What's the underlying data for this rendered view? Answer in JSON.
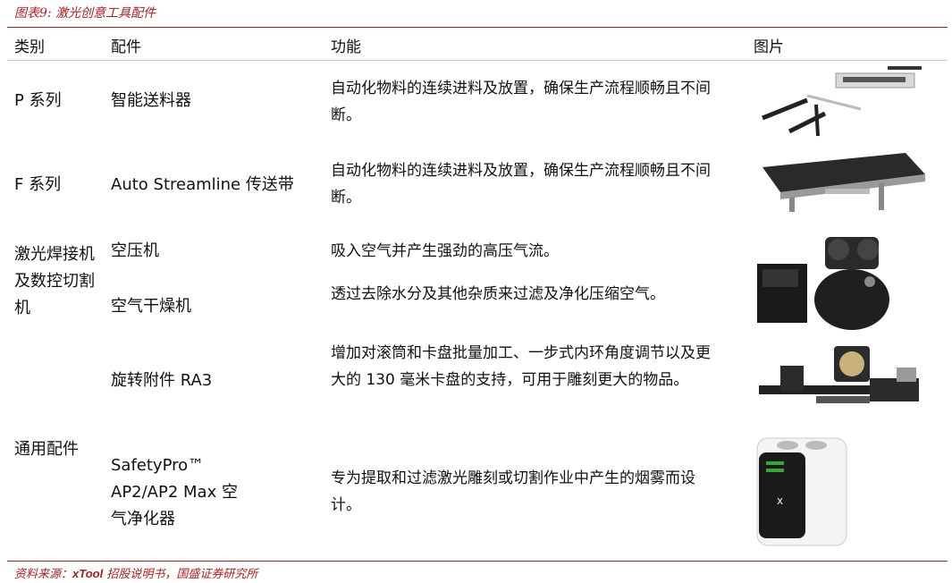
{
  "caption": "图表9: 激光创意工具配件",
  "headers": {
    "category": "类别",
    "accessory": "配件",
    "function": "功能",
    "image": "图片"
  },
  "rows": [
    {
      "category": "P 系列",
      "accessory": "智能送料器",
      "function": "自动化物料的连续进料及放置，确保生产流程顺畅且不间断。"
    },
    {
      "category": "F 系列",
      "accessory": "Auto Streamline 传送带",
      "function": "自动化物料的连续进料及放置，确保生产流程顺畅且不间断。"
    },
    {
      "category": "激光焊接机及数控切割机",
      "accessory": "空压机",
      "function": "吸入空气并产生强劲的高压气流。"
    },
    {
      "category": "",
      "accessory": "空气干燥机",
      "function": "透过去除水分及其他杂质来过滤及净化压缩空气。"
    },
    {
      "category": "",
      "accessory": "旋转附件 RA3",
      "function": "增加对滚筒和卡盘批量加工、一步式内环角度调节以及更大的 130 毫米卡盘的支持，可用于雕刻更大的物品。"
    },
    {
      "category": "通用配件",
      "accessory": "SafetyPro™ AP2/AP2 Max 空气净化器",
      "function": "专为提取和过滤激光雕刻或切割作业中产生的烟雾而设计。"
    }
  ],
  "footer": {
    "prefix": "资料来源：",
    "brand": "xTool",
    "suffix": " 招股说明书，国盛证券研究所"
  },
  "icons": [
    "feeder-image",
    "conveyor-image",
    "air-compressor-image",
    "rotary-attachment-image",
    "air-purifier-image"
  ]
}
